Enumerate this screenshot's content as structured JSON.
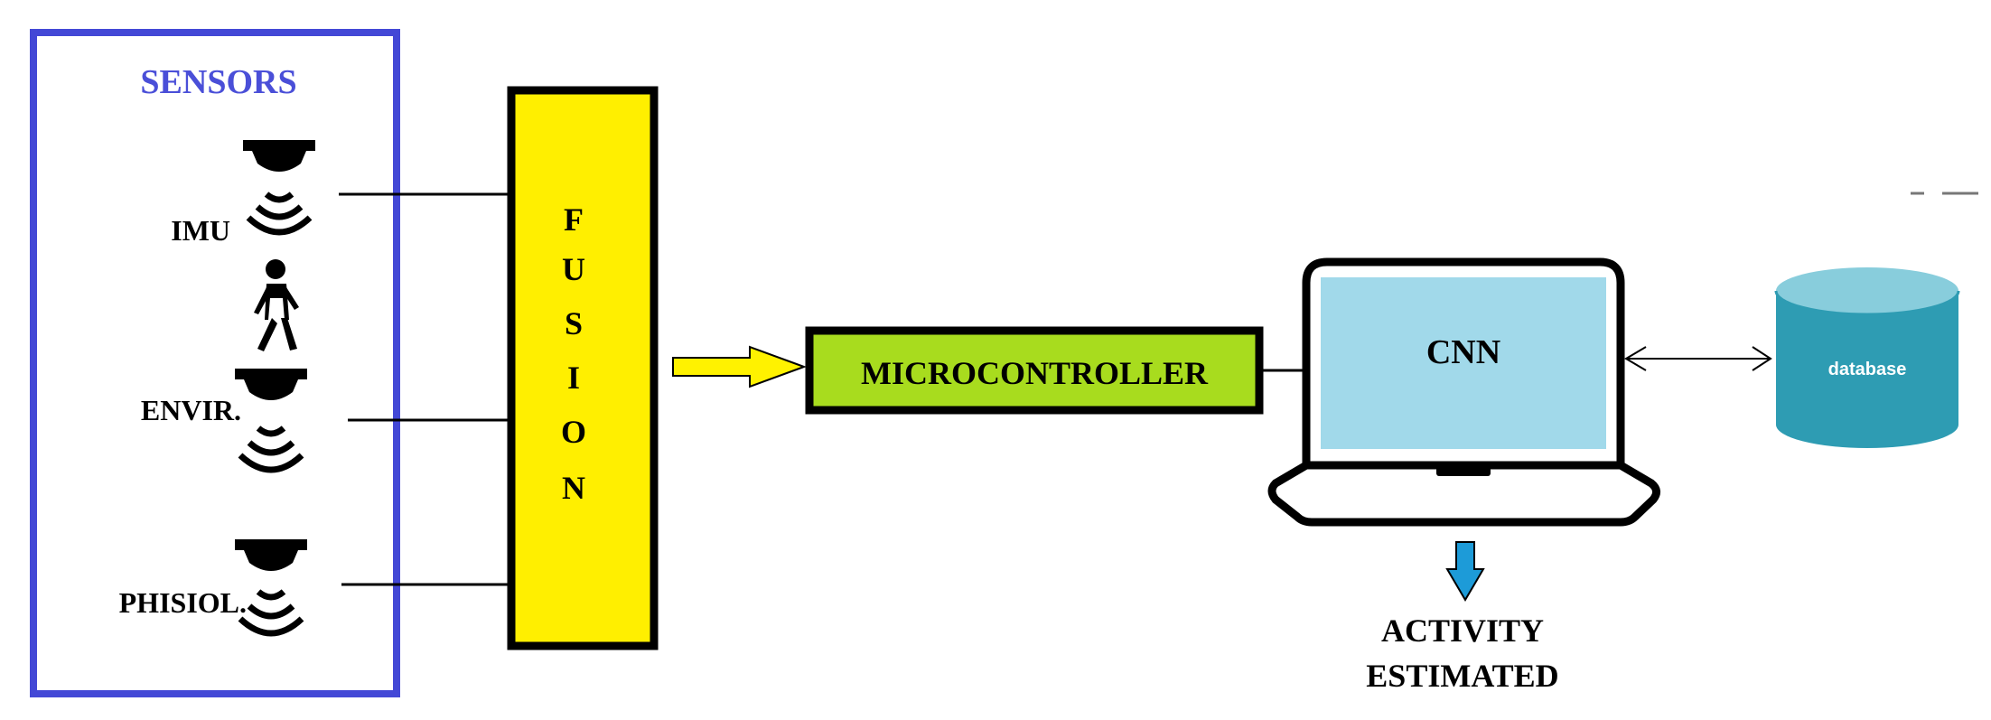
{
  "sensors": {
    "title": "SENSORS",
    "items": [
      {
        "label": "IMU"
      },
      {
        "label": "ENVIR."
      },
      {
        "label": "PHISIOL."
      }
    ]
  },
  "fusion": {
    "letters": [
      "F",
      "U",
      "S",
      "I",
      "O",
      "N"
    ]
  },
  "microcontroller": {
    "label": "MICROCONTROLLER"
  },
  "laptop": {
    "screen_label": "CNN"
  },
  "database": {
    "label": "database"
  },
  "output": {
    "line1": "ACTIVITY",
    "line2": "ESTIMATED"
  },
  "colors": {
    "sensor_frame": "#4348d6",
    "sensors_title": "#4a4fd8",
    "fusion_fill": "#ffef00",
    "microcontroller_fill": "#a8dc1e",
    "screen_fill": "#a1d9ea",
    "database_fill": "#2e9cb3",
    "database_top": "#88cddc",
    "arrow_yellow": "#fff200",
    "arrow_blue": "#1d9bd8"
  }
}
